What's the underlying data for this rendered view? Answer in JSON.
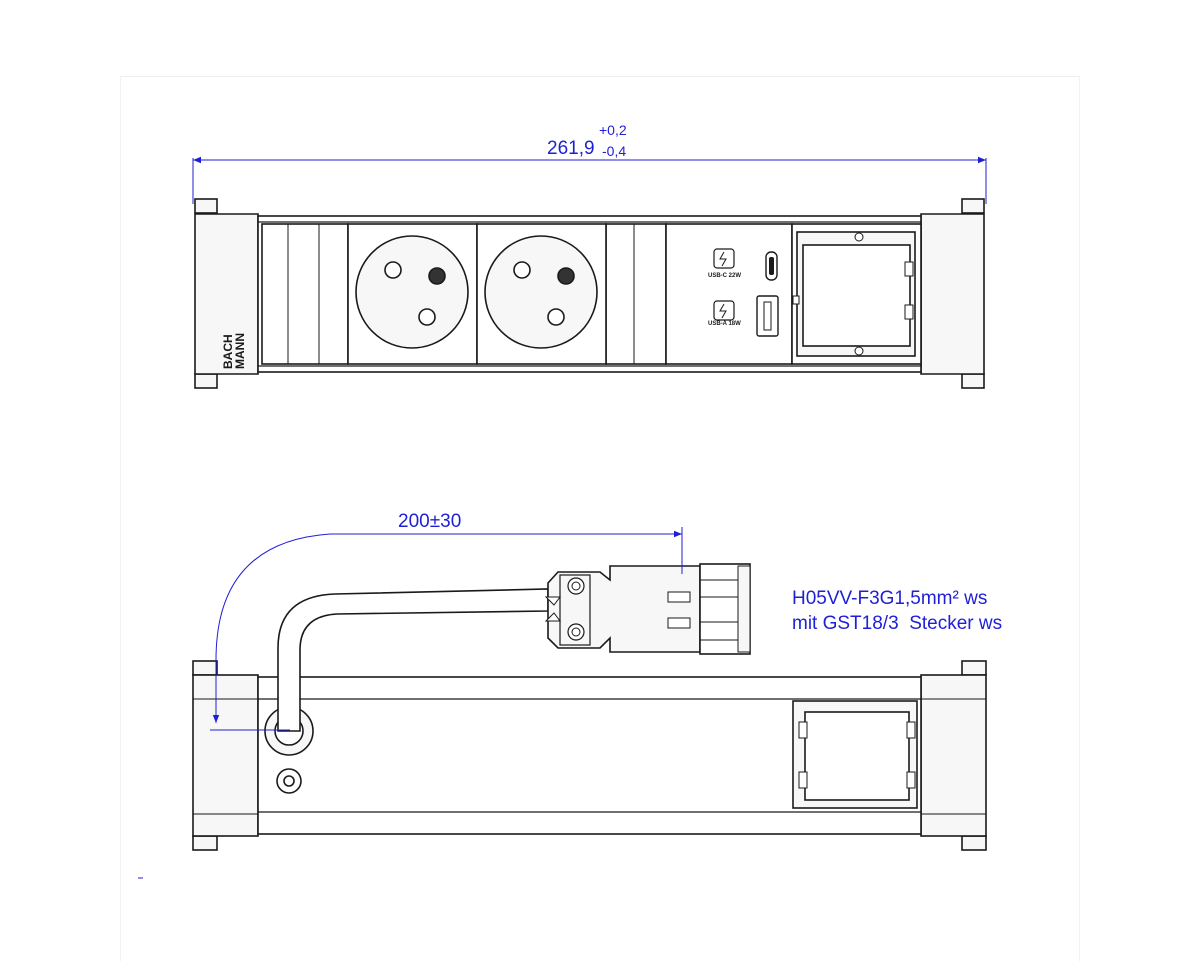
{
  "dimensions": {
    "width_value": "261,9",
    "width_tol_plus": "+0,2",
    "width_tol_minus": "-0,4",
    "cable_length": "200±30"
  },
  "brand": {
    "line1": "BACH",
    "line2": "MANN"
  },
  "usb": {
    "c_label": "USB-C 22W",
    "a_label": "USB-A 18W"
  },
  "cable_note": {
    "line1": "H05VV-F3G1,5mm² ws",
    "line2": "mit GST18/3  Stecker ws"
  },
  "colors": {
    "dimension": "#1f1fd6",
    "outline": "#1a1a1a",
    "fill_light": "#f7f7f7",
    "socket_pin": "#333333"
  }
}
